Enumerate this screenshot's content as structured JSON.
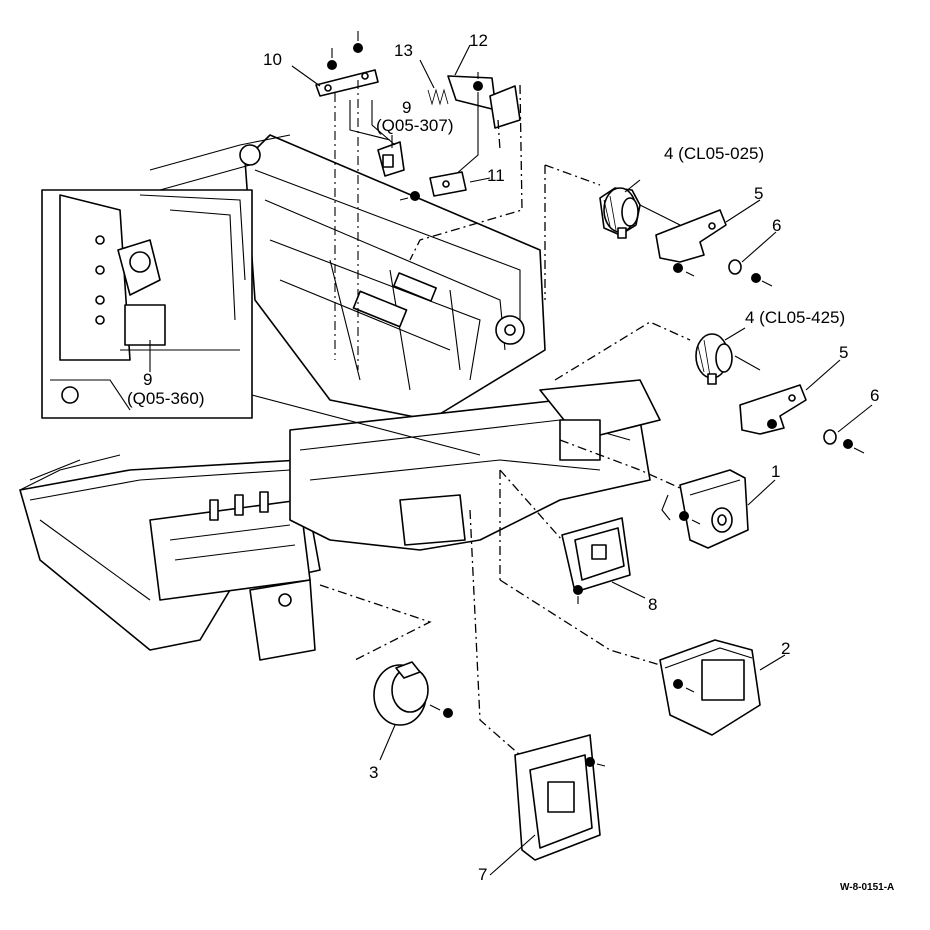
{
  "labels": {
    "p1": "1",
    "p2": "2",
    "p3": "3",
    "p4a": "4 (CL05-025)",
    "p4b": "4 (CL05-425)",
    "p5a": "5",
    "p5b": "5",
    "p6a": "6",
    "p6b": "6",
    "p7": "7",
    "p8": "8",
    "p9a": "9",
    "p9a_code": "(Q05-307)",
    "p9b": "9",
    "p9b_code": "(Q05-360)",
    "p10": "10",
    "p11": "11",
    "p12": "12",
    "p13": "13"
  },
  "drawing_code": "W-8-0151-A"
}
